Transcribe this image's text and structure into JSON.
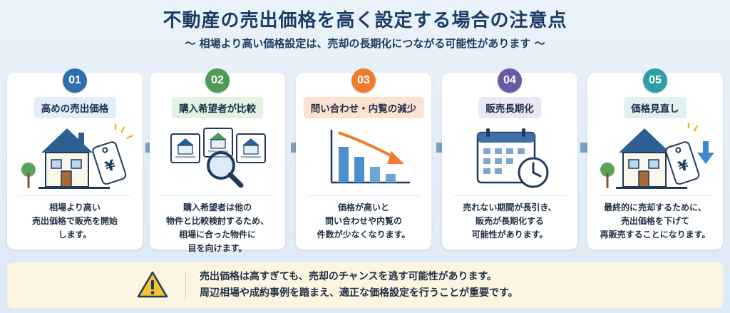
{
  "header": {
    "title": "不動産の売出価格を高く設定する場合の注意点",
    "subtitle": "〜 相場より高い価格設定は、売却の長期化につながる可能性があります 〜"
  },
  "steps": [
    {
      "number": "01",
      "label": "高めの売出価格",
      "color": "#2e6fb0",
      "label_bg": "#e3eefa",
      "icon": "house-price-tag-icon",
      "description": [
        "相場より高い",
        "売出価格で販売を開始",
        "します。"
      ]
    },
    {
      "number": "02",
      "label": "購入希望者が比較",
      "color": "#4f9a55",
      "label_bg": "#e4f2e4",
      "icon": "compare-listings-magnifier-icon",
      "description": [
        "購入希望者は他の",
        "物件と比較検討するため、",
        "相場に合った物件に",
        "目を向けます。"
      ]
    },
    {
      "number": "03",
      "label": "問い合わせ・内覧の減少",
      "color": "#ee7d2e",
      "label_bg": "#fde3cf",
      "icon": "declining-bar-chart-icon",
      "description": [
        "価格が高いと",
        "問い合わせや内覧の",
        "件数が少なくなります。"
      ]
    },
    {
      "number": "04",
      "label": "販売長期化",
      "color": "#6a5aa6",
      "label_bg": "#ebe7f5",
      "icon": "calendar-clock-icon",
      "description": [
        "売れない期間が長引き、",
        "販売が長期化する",
        "可能性があります。"
      ]
    },
    {
      "number": "05",
      "label": "価格見直し",
      "color": "#2d9ea3",
      "label_bg": "#dff2f1",
      "icon": "house-price-down-icon",
      "description": [
        "最終的に売却するために、",
        "売出価格を下げて",
        "再販売することになります。"
      ]
    }
  ],
  "notice": {
    "icon": "warning-icon",
    "lines": [
      "売出価格は高すぎても、売却のチャンスを逃す可能性があります。",
      "周辺相場や成約事例を踏まえ、適正な価格設定を行うことが重要です。"
    ]
  },
  "colors": {
    "arrow": "#7f9dbf",
    "notice_bg": "#fdf5e1",
    "warning": "#f4c430"
  }
}
